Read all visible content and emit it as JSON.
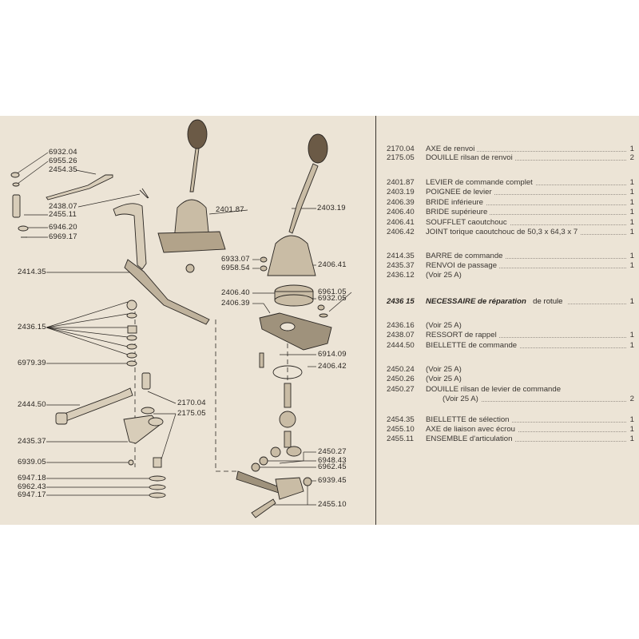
{
  "diagram_labels": {
    "l6932_04": "6932.04",
    "l6955_26": "6955.26",
    "l2454_35": "2454.35",
    "l2438_07": "2438.07",
    "l2455_11": "2455.11",
    "l6946_20": "6946.20",
    "l6969_17": "6969.17",
    "l2414_35": "2414.35",
    "l2436_15": "2436.15",
    "l6979_39": "6979.39",
    "l2444_50": "2444.50",
    "l2435_37": "2435.37",
    "l6939_05": "6939.05",
    "l6947_18": "6947.18",
    "l6962_43": "6962.43",
    "l6947_17": "6947.17",
    "l2170_04": "2170.04",
    "l2175_05": "2175.05",
    "l2401_87": "2401.87",
    "l2403_19": "2403.19",
    "l6933_07": "6933.07",
    "l6958_54": "6958.54",
    "l2406_41": "2406.41",
    "l2406_40": "2406.40",
    "l2406_39": "2406.39",
    "l6961_05": "6961.05",
    "l6932_05": "6932.05",
    "l6914_09": "6914.09",
    "l2406_42": "2406.42",
    "l2450_27": "2450.27",
    "l6948_43": "6948.43",
    "l6962_45": "6962.45",
    "l6939_45": "6939.45",
    "l2455_10": "2455.10"
  },
  "parts_list": [
    {
      "code": "2170.04",
      "name": "AXE de renvoi",
      "qty": "1"
    },
    {
      "code": "2175.05",
      "name": "DOUILLE rilsan de renvoi",
      "qty": "2"
    },
    {
      "code": "2401.87",
      "name": "LEVIER de commande complet",
      "qty": "1"
    },
    {
      "code": "2403.19",
      "name": "POIGNEE de levier",
      "qty": "1"
    },
    {
      "code": "2406.39",
      "name": "BRIDE inférieure",
      "qty": "1"
    },
    {
      "code": "2406.40",
      "name": "BRIDE supérieure",
      "qty": "1"
    },
    {
      "code": "2406.41",
      "name": "SOUFFLET caoutchouc",
      "qty": "1"
    },
    {
      "code": "2406.42",
      "name": "JOINT torique caoutchouc de 50,3 x 64,3 x 7",
      "qty": "1"
    },
    {
      "code": "2414.35",
      "name": "BARRE de commande",
      "qty": "1"
    },
    {
      "code": "2435.37",
      "name": "RENVOI de passage",
      "qty": "1"
    },
    {
      "code": "2436.12",
      "name": "(Voir 25 A)",
      "qty": ""
    },
    {
      "code": "2436 15",
      "name": "NECESSAIRE de réparation",
      "name_suffix": "de rotule",
      "qty": "1"
    },
    {
      "code": "2436.16",
      "name": "(Voir 25 A)",
      "qty": ""
    },
    {
      "code": "2438.07",
      "name": "RESSORT de rappel",
      "qty": "1"
    },
    {
      "code": "2444.50",
      "name": "BIELLETTE de commande",
      "qty": "1"
    },
    {
      "code": "2450.24",
      "name": "(Voir 25 A)",
      "qty": ""
    },
    {
      "code": "2450.26",
      "name": "(Voir 25 A)",
      "qty": ""
    },
    {
      "code": "2450.27",
      "name": "DOUILLE rilsan de levier de commande",
      "qty": ""
    },
    {
      "code": "",
      "name": "(Voir 25 A)",
      "qty": "2"
    },
    {
      "code": "2454.35",
      "name": "BIELLETTE de sélection",
      "qty": "1"
    },
    {
      "code": "2455.10",
      "name": "AXE de liaison avec écrou",
      "qty": "1"
    },
    {
      "code": "2455.11",
      "name": "ENSEMBLE d'articulation",
      "qty": "1"
    }
  ]
}
